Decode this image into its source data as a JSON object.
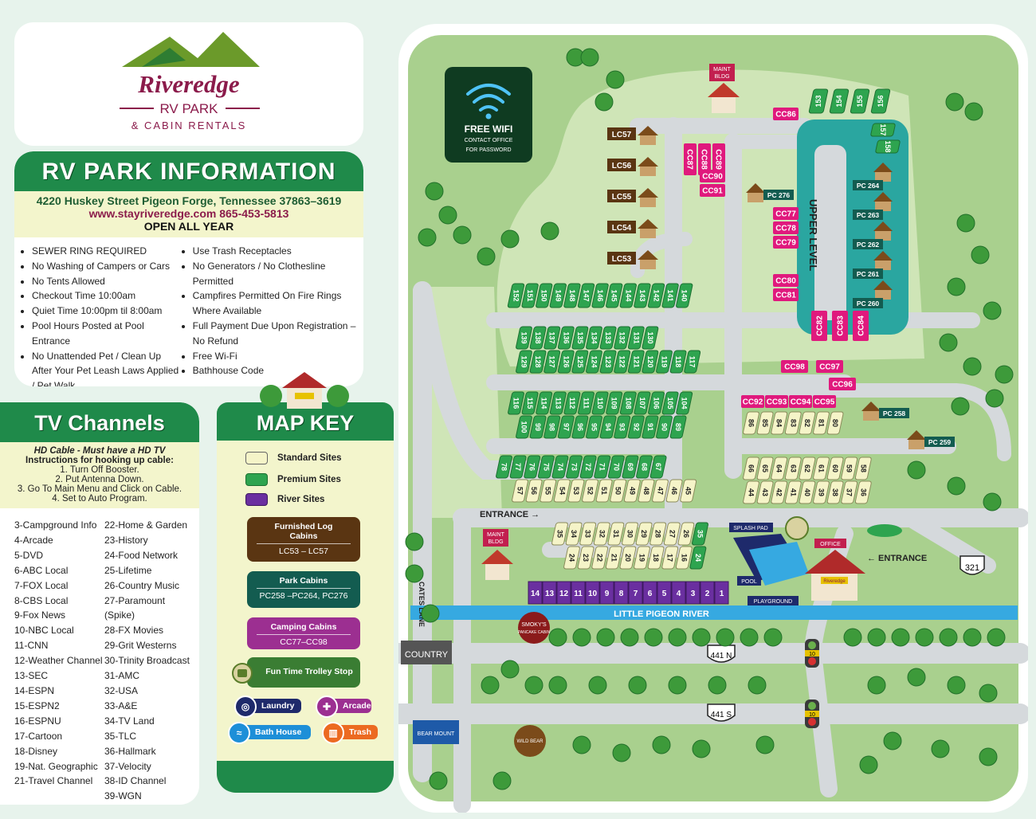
{
  "logo": {
    "name": "Riveredge",
    "sub": "RV PARK",
    "sub2": "& CABIN RENTALS"
  },
  "info": {
    "title": "RV PARK INFORMATION",
    "address": "4220 Huskey Street Pigeon Forge, Tennessee 37863–3619",
    "web": "www.stayriveredge.com 865-453-5813",
    "open": "OPEN ALL YEAR",
    "rules_left": [
      "SEWER RING REQUIRED",
      "No Washing of Campers or Cars",
      "No Tents Allowed",
      "Checkout Time 10:00am",
      "Quiet Time 10:00pm til 8:00am",
      "Pool Hours Posted at Pool Entrance",
      "No Unattended Pet / Clean Up After Your Pet Leash Laws Applied / Pet Walk"
    ],
    "rules_right": [
      "Use Trash Receptacles",
      "No Generators / No Clothesline Permitted",
      "Campfires Permitted On Fire Rings Where Available",
      "Full Payment Due Upon Registration – No Refund",
      "Free Wi-Fi",
      "Bathhouse Code"
    ]
  },
  "tv": {
    "title": "TV Channels",
    "hd": "HD Cable - Must have a HD TV",
    "instr": "Instructions for hooking up cable:",
    "steps": [
      "1. Turn Off Booster.",
      "2. Put Antenna Down.",
      "3. Go To Main Menu and Click on Cable.",
      "4. Set to Auto Program."
    ],
    "col1": [
      "3-Campground Info",
      "4-Arcade",
      "5-DVD",
      "6-ABC Local",
      "7-FOX Local",
      "8-CBS Local",
      "9-Fox News",
      "10-NBC Local",
      "11-CNN",
      "12-Weather Channel",
      "13-SEC",
      "14-ESPN",
      "15-ESPN2",
      "16-ESPNU",
      "17-Cartoon",
      "18-Disney",
      "19-Nat. Geographic",
      "21-Travel Channel"
    ],
    "col2": [
      "22-Home & Garden",
      "23-History",
      "24-Food Network",
      "25-Lifetime",
      "26-Country Music",
      "27-Paramount (Spike)",
      "28-FX Movies",
      "29-Grit Westerns",
      "30-Trinity Broadcast",
      "31-AMC",
      "32-USA",
      "33-A&E",
      "34-TV Land",
      "35-TLC",
      "36-Hallmark",
      "37-Velocity",
      "38-ID Channel",
      "39-WGN"
    ]
  },
  "key": {
    "title": "MAP KEY",
    "standard": "Standard Sites",
    "premium": "Premium Sites",
    "river": "River Sites",
    "log_t": "Furnished Log Cabins",
    "log_s": "LC53 – LC57",
    "park_t": "Park Cabins",
    "park_s": "PC258 –PC264, PC276",
    "camp_t": "Camping Cabins",
    "camp_s": "CC77–CC98",
    "trolley": "Fun Time Trolley Stop",
    "laundry": "Laundry",
    "arcade": "Arcade",
    "bath": "Bath House",
    "trash": "Trash"
  },
  "map": {
    "wifi_1": "FREE WIFI",
    "wifi_2": "CONTACT OFFICE",
    "wifi_3": "FOR PASSWORD",
    "maint": "MAINT",
    "bldg": "BLDG",
    "upper": "UPPER LEVEL",
    "entrance_left": "ENTRANCE →",
    "entrance_right": "← ENTRANCE",
    "splash": "SPLASH PAD",
    "pool": "POOL",
    "playground": "PLAYGROUND",
    "office": "OFFICE",
    "river": "LITTLE PIGEON RIVER",
    "cates": "CATES LANE",
    "r321": "321",
    "r441n": "441 N",
    "r441s": "441 S",
    "r10": "10",
    "smokys": "SMOKY'S",
    "pancake": "PANCAKE CABIN",
    "country": "COUNTRY",
    "bearmount": "BEAR MOUNT",
    "wildbear": "WILD BEAR",
    "riveredge_sign": "Riveredge",
    "lc": [
      "LC57",
      "LC56",
      "LC55",
      "LC54",
      "LC53"
    ],
    "pc_upper": [
      "PC 264",
      "PC 263",
      "PC 262",
      "PC 261",
      "PC 260"
    ],
    "pc276": "PC 276",
    "pc258": "PC 258",
    "pc259": "PC 259",
    "cc_right": [
      "CC77",
      "CC78",
      "CC79",
      "CC80",
      "CC81"
    ],
    "cc86": "CC86",
    "cc_vert": [
      "CC87",
      "CC88",
      "CC89"
    ],
    "cc90": "CC90",
    "cc91": "CC91",
    "cc_bottom": [
      "CC82",
      "CC83",
      "CC84"
    ],
    "cc_mid": [
      "CC98",
      "CC97",
      "CC96"
    ],
    "cc_row": [
      "CC92",
      "CC93",
      "CC94",
      "CC95"
    ],
    "s153_156": [
      "153",
      "154",
      "155",
      "156"
    ],
    "s157": "157",
    "s158": "158",
    "row1": [
      "152",
      "151",
      "150",
      "149",
      "148",
      "147",
      "146",
      "145",
      "144",
      "143",
      "142",
      "141",
      "140"
    ],
    "row2a": [
      "139",
      "138",
      "137",
      "136",
      "135",
      "134",
      "133",
      "132",
      "131",
      "130"
    ],
    "row2b": [
      "129",
      "128",
      "127",
      "126",
      "125",
      "124",
      "123",
      "122",
      "121",
      "120",
      "119",
      "118",
      "117"
    ],
    "row3a": [
      "116",
      "115",
      "114",
      "113",
      "112",
      "111",
      "110",
      "109",
      "108",
      "107",
      "106",
      "105",
      "104"
    ],
    "row3b": [
      "100",
      "99",
      "98",
      "97",
      "96",
      "95",
      "94",
      "93",
      "92",
      "91",
      "90",
      "89"
    ],
    "row4a": [
      "78",
      "77",
      "76",
      "75",
      "74",
      "73",
      "72",
      "71",
      "70",
      "69",
      "68",
      "67"
    ],
    "row4b": [
      "57",
      "56",
      "55",
      "54",
      "53",
      "52",
      "51",
      "50",
      "49",
      "48",
      "47",
      "46",
      "45"
    ],
    "rowR1a": [
      "66",
      "65",
      "64",
      "63",
      "62",
      "61",
      "60",
      "59",
      "58"
    ],
    "rowR1b": [
      "44",
      "43",
      "42",
      "41",
      "40",
      "39",
      "38",
      "37",
      "36"
    ],
    "rowR0": [
      "86",
      "85",
      "84",
      "83",
      "82",
      "81",
      "80"
    ],
    "row5a": [
      "35",
      "34",
      "33",
      "32",
      "31",
      "30",
      "29",
      "28",
      "27",
      "26",
      "25"
    ],
    "row5b": [
      "24",
      "23",
      "22",
      "21",
      "20",
      "19",
      "18",
      "17",
      "16",
      "15"
    ],
    "river_sites": [
      "14",
      "13",
      "12",
      "11",
      "10",
      "9",
      "8",
      "7",
      "6",
      "5",
      "4",
      "3",
      "2",
      "1"
    ]
  },
  "colors": {
    "green": "#1f8a4a",
    "standard": "#f5f4c8",
    "premium": "#2ea44f",
    "river": "#6a2fa0",
    "cc": "#e0197d",
    "pc": "#135c50",
    "lc": "#5a3512",
    "road": "#d5d9dc",
    "grass": "#a9d08e",
    "river_blue": "#36a9e1"
  }
}
